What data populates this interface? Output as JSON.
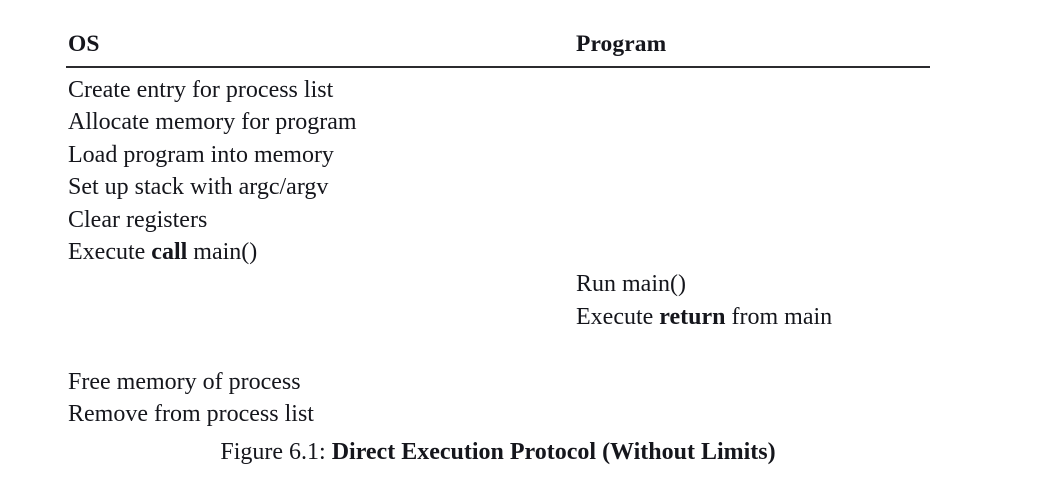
{
  "table": {
    "columns": [
      {
        "key": "os",
        "label": "OS"
      },
      {
        "key": "program",
        "label": "Program"
      }
    ],
    "rows": [
      {
        "os": {
          "pre": "Create entry for process list",
          "kw": "",
          "post": ""
        },
        "program": {
          "pre": "",
          "kw": "",
          "post": ""
        }
      },
      {
        "os": {
          "pre": "Allocate memory for program",
          "kw": "",
          "post": ""
        },
        "program": {
          "pre": "",
          "kw": "",
          "post": ""
        }
      },
      {
        "os": {
          "pre": "Load program into memory",
          "kw": "",
          "post": ""
        },
        "program": {
          "pre": "",
          "kw": "",
          "post": ""
        }
      },
      {
        "os": {
          "pre": "Set up stack with argc/argv",
          "kw": "",
          "post": ""
        },
        "program": {
          "pre": "",
          "kw": "",
          "post": ""
        }
      },
      {
        "os": {
          "pre": "Clear registers",
          "kw": "",
          "post": ""
        },
        "program": {
          "pre": "",
          "kw": "",
          "post": ""
        }
      },
      {
        "os": {
          "pre": "Execute ",
          "kw": "call",
          "post": " main()"
        },
        "program": {
          "pre": "",
          "kw": "",
          "post": ""
        }
      },
      {
        "os": {
          "pre": "",
          "kw": "",
          "post": ""
        },
        "program": {
          "pre": "Run main()",
          "kw": "",
          "post": ""
        }
      },
      {
        "os": {
          "pre": "",
          "kw": "",
          "post": ""
        },
        "program": {
          "pre": "Execute ",
          "kw": "return",
          "post": " from main"
        }
      },
      {
        "os": {
          "pre": "",
          "kw": "",
          "post": ""
        },
        "program": {
          "pre": "",
          "kw": "",
          "post": ""
        }
      },
      {
        "os": {
          "pre": "Free memory of process",
          "kw": "",
          "post": ""
        },
        "program": {
          "pre": "",
          "kw": "",
          "post": ""
        }
      },
      {
        "os": {
          "pre": "Remove from process list",
          "kw": "",
          "post": ""
        },
        "program": {
          "pre": "",
          "kw": "",
          "post": ""
        }
      }
    ]
  },
  "caption": {
    "label": "Figure 6.1: ",
    "title": "Direct Execution Protocol (Without Limits)"
  },
  "colors": {
    "background": "#ffffff",
    "text": "#15161c",
    "rule": "#2b2b2e"
  }
}
